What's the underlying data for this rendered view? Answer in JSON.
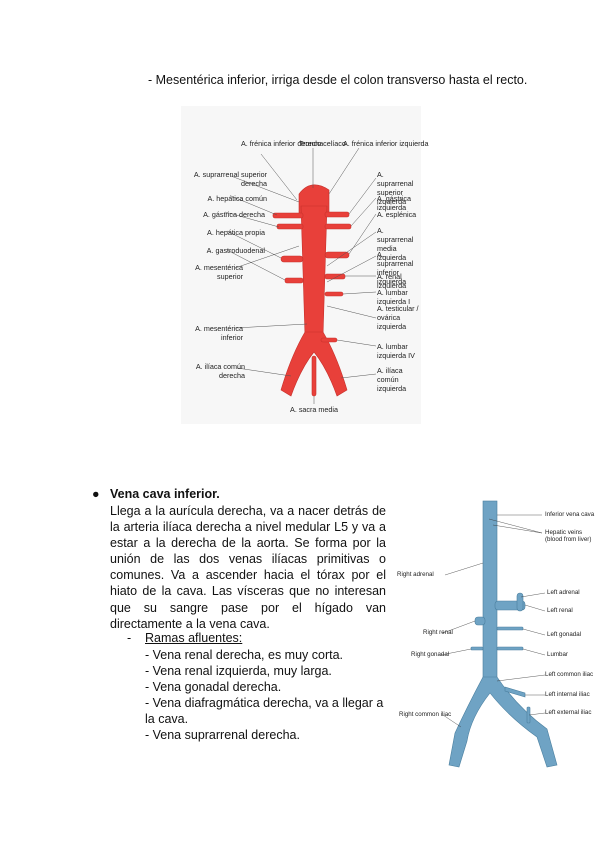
{
  "intro_text": "- Mesentérica inferior, irriga desde el colon transverso hasta el recto.",
  "aorta_figure": {
    "left_labels": [
      "A. suprarrenal superior derecha",
      "A. hepática común",
      "A. gástrica derecha",
      "A. hepática propia",
      "A. gastroduodenal",
      "A. mesentérica superior",
      "A. mesentérica inferior",
      "A. ilíaca común derecha"
    ],
    "top_labels": [
      "A. frénica inferior derecha",
      "Tronco celíaco",
      "A. frénica inferior izquierda"
    ],
    "right_labels": [
      "A. suprarrenal superior izquierda",
      "A. gástrica izquierda",
      "A. esplénica",
      "A. suprarrenal media izquierda",
      "A. suprarrenal inferior izquierda",
      "A. renal izquierda",
      "A. lumbar izquierda I",
      "A. testicular / ovárica izquierda",
      "A. lumbar izquierda IV",
      "A. ilíaca común izquierda"
    ],
    "bottom_label": "A. sacra media",
    "vessel_color": "#e8403a"
  },
  "section": {
    "bullet": "●",
    "title": "Vena cava inferior.",
    "paragraph": "Llega a la aurícula derecha, va a nacer detrás de la arteria ilíaca derecha a nivel medular L5 y va a estar a la derecha de la aorta. Se forma por la unión de las dos venas ilíacas primitivas o comunes. Va a ascender hacia el tórax por el hiato de la cava. Las vísceras que no interesan que su sangre pase por el hígado van directamente a la vena cava.",
    "sub_dash": "-",
    "sub_title": "Ramas afluentes:",
    "items": [
      "- Vena renal derecha, es muy corta.",
      "- Vena renal izquierda, muy larga.",
      "- Vena gonadal derecha.",
      "- Vena diafragmática derecha, va a llegar a la cava.",
      "- Vena suprarrenal derecha."
    ]
  },
  "cava_figure": {
    "right_labels": [
      "Inferior vena cava",
      "Hepatic veins (blood from liver)",
      "Left adrenal",
      "Left renal",
      "Left gonadal",
      "Lumbar",
      "Left common iliac",
      "Left internal iliac",
      "Left external iliac"
    ],
    "left_labels": [
      "Right adrenal",
      "Right renal",
      "Right gonadal",
      "Right common iliac"
    ],
    "vessel_color": "#6fa3c4"
  }
}
